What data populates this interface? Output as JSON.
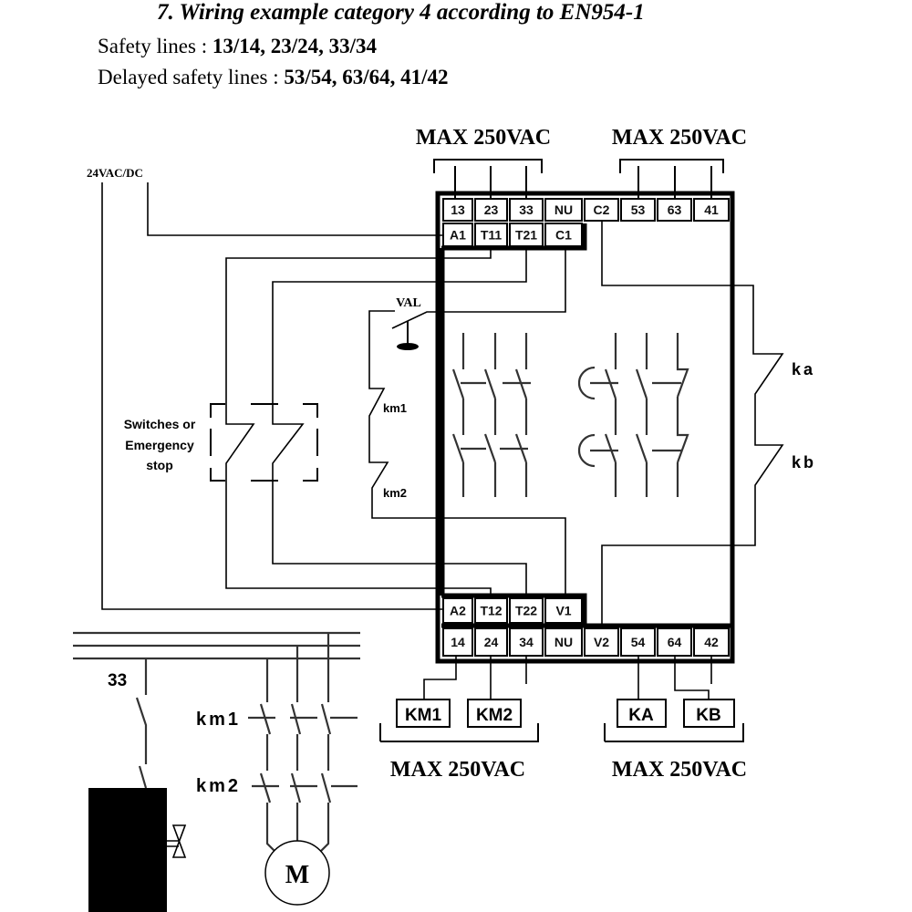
{
  "header": {
    "title": "7. Wiring example category 4 according to EN954-1",
    "safety_label": "Safety lines : ",
    "safety_values": "13/14, 23/24, 33/34",
    "delayed_label": "Delayed safety lines : ",
    "delayed_values": "53/54, 63/64, 41/42"
  },
  "diagram": {
    "supply_label": "24VAC/DC",
    "max_labels": [
      "MAX 250VAC",
      "MAX 250VAC",
      "MAX 250VAC",
      "MAX 250VAC"
    ],
    "terminals_top_row1": [
      "13",
      "23",
      "33",
      "NU",
      "C2",
      "53",
      "63",
      "41"
    ],
    "terminals_top_row2": [
      "A1",
      "T11",
      "T21",
      "C1"
    ],
    "terminals_bottom_row1": [
      "A2",
      "T12",
      "T22",
      "V1"
    ],
    "terminals_bottom_row2": [
      "14",
      "24",
      "34",
      "NU",
      "V2",
      "54",
      "64",
      "42"
    ],
    "switch_label": [
      "Switches or",
      "Emergency",
      "stop"
    ],
    "val_label": "VAL",
    "feedback_labels": [
      "km1",
      "km2"
    ],
    "relay_labels": [
      "ka",
      "kb"
    ],
    "loads": [
      "KM1",
      "KM2",
      "KA",
      "KB"
    ],
    "power_labels": [
      "33",
      "km1",
      "km2"
    ],
    "motor_label": "M"
  }
}
